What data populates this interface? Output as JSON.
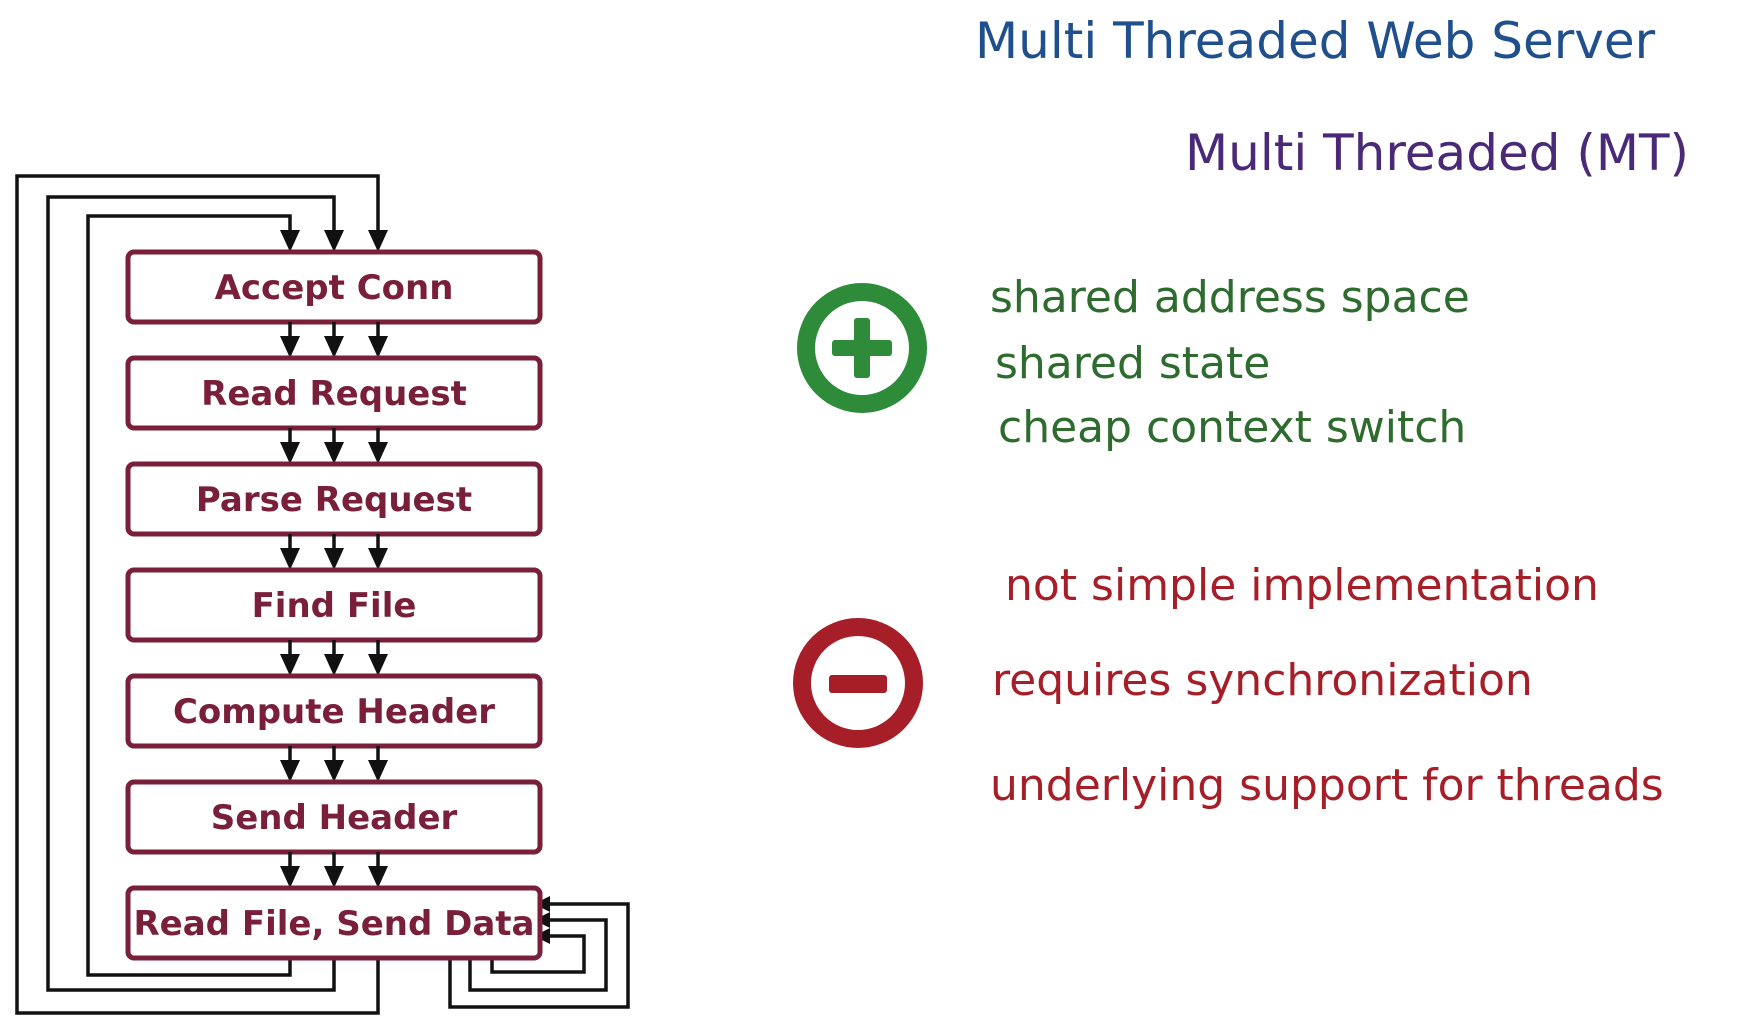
{
  "title": "Multi Threaded Web Server",
  "subtitle": "Multi Threaded (MT)",
  "pipeline": {
    "steps": [
      "Accept Conn",
      "Read Request",
      "Parse Request",
      "Find File",
      "Compute  Header",
      "Send Header",
      "Read File, Send Data"
    ]
  },
  "pros": {
    "icon": "plus-circle-icon",
    "color": "#2e8b3a",
    "items": [
      "shared address space",
      "shared state",
      "cheap context switch"
    ]
  },
  "cons": {
    "icon": "minus-circle-icon",
    "color": "#a61e28",
    "items": [
      "not simple implementation",
      "requires synchronization",
      "underlying support for threads"
    ]
  }
}
